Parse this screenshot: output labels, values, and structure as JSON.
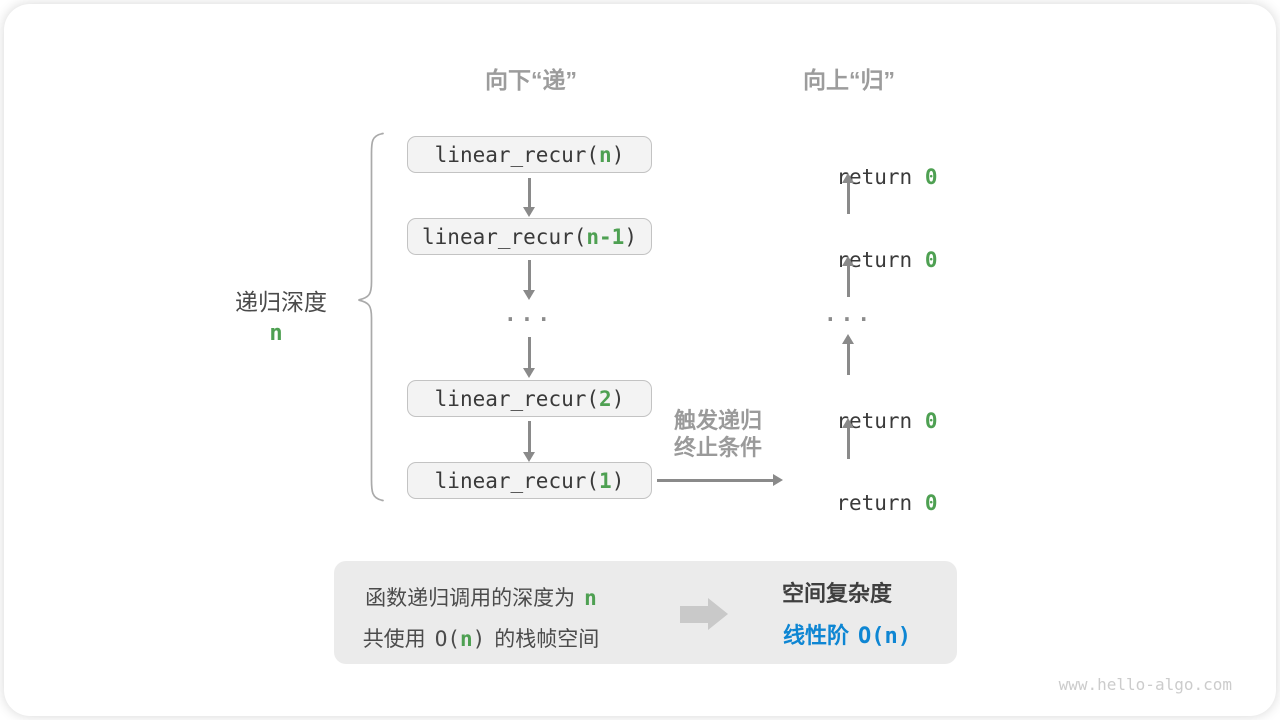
{
  "headers": {
    "down": "向下“递”",
    "up": "向上“归”"
  },
  "stack": {
    "boxes": [
      {
        "pre": "linear_recur(",
        "arg": "n",
        "post": ")"
      },
      {
        "pre": "linear_recur(",
        "arg": "n-1",
        "post": ")"
      },
      {
        "pre": "linear_recur(",
        "arg": "2",
        "post": ")"
      },
      {
        "pre": "linear_recur(",
        "arg": "1",
        "post": ")"
      }
    ],
    "ellipsis": "..."
  },
  "returns": {
    "items": [
      {
        "pre": "return ",
        "val": "0"
      },
      {
        "pre": "return ",
        "val": "0"
      },
      {
        "pre": "return ",
        "val": "0"
      },
      {
        "pre": "return ",
        "val": "0"
      }
    ],
    "ellipsis": "..."
  },
  "depth": {
    "label": "递归深度",
    "value": "n"
  },
  "trigger": {
    "line1": "触发递归",
    "line2": "终止条件"
  },
  "summary": {
    "l1_text": "函数递归调用的深度为",
    "l1_code": "n",
    "l2_pre": "共使用",
    "l2_code_open": "O(",
    "l2_code_n": "n",
    "l2_code_close": ")",
    "l2_post": "的栈帧空间"
  },
  "result": {
    "title": "空间复杂度",
    "value_text": "线性阶",
    "value_code": "O(n)"
  },
  "watermark": "www.hello-algo.com",
  "colors": {
    "green": "#4ea052",
    "blue": "#0e86d3",
    "arrow": "#8a8a8a",
    "label_gray": "#9c9c9c"
  }
}
